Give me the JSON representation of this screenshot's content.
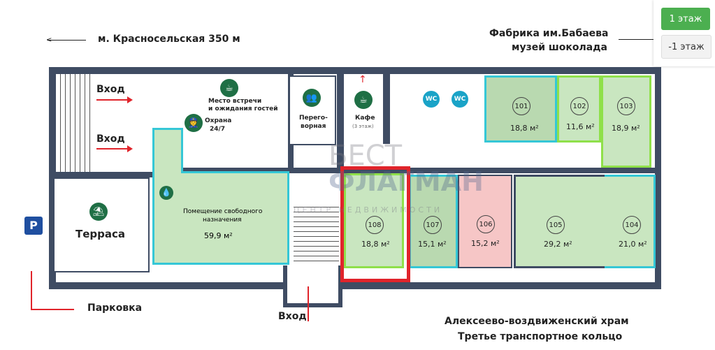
{
  "floor_switcher": {
    "buttons": [
      {
        "label": "1 этаж",
        "active": true
      },
      {
        "label": "-1 этаж",
        "active": false
      }
    ],
    "active_color": "#4caf50"
  },
  "labels": {
    "metro": "м. Красносельская 350 м",
    "factory_line1": "Фабрика им.Бабаева",
    "factory_line2": "музей шоколада",
    "entrance": "Вход",
    "terrace": "Терраса",
    "parking": "Парковка",
    "parking_sign": "P",
    "church": "Алексеево-воздвиженский храм",
    "ring": "Третье транспортное кольцо",
    "meeting_place_line1": "Место встречи",
    "meeting_place_line2": "и ожидания гостей",
    "security_line1": "Охрана",
    "security_line2": "24/7",
    "negotiation_line1": "Перего-",
    "negotiation_line2": "ворная",
    "cafe": "Кафе",
    "cafe_note": "(3 этаж)",
    "wc": "WC",
    "free_room_line1": "Помещение свободного",
    "free_room_line2": "назначения",
    "free_room_area": "59,9 м²"
  },
  "watermark": {
    "line1": "БЕСТ",
    "line2": "ФЛАГМАН",
    "line3": "ЦЕНТР НЕДВИЖИМОСТИ"
  },
  "rooms": [
    {
      "number": "101",
      "area": "18,8 м²",
      "status": "available"
    },
    {
      "number": "102",
      "area": "11,6 м²",
      "status": "available"
    },
    {
      "number": "103",
      "area": "18,9 м²",
      "status": "available"
    },
    {
      "number": "104",
      "area": "21,0 м²",
      "status": "available"
    },
    {
      "number": "105",
      "area": "29,2 м²",
      "status": "available"
    },
    {
      "number": "106",
      "area": "15,2 м²",
      "status": "occupied"
    },
    {
      "number": "107",
      "area": "15,1 м²",
      "status": "available"
    },
    {
      "number": "108",
      "area": "18,8 м²",
      "status": "selected"
    }
  ],
  "colors": {
    "wall": "#3f4c63",
    "room_green": "#c9e6c0",
    "room_pink": "#f6c6c6",
    "selected": "#e0242b",
    "border_cyan": "#35c7d6",
    "border_lime": "#8fe04a"
  }
}
